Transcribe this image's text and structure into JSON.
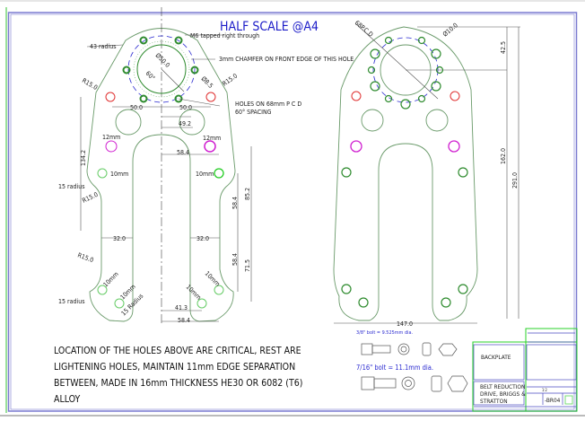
{
  "drawing": {
    "title": "HALF SCALE @A4",
    "colors": {
      "frame": "#7a7ad0",
      "outline": "#6a9a6a",
      "bolt_hole": "#2e8b2e",
      "pcd": "#2a2ad0",
      "red_hole": "#e03030",
      "magenta_hole": "#d020d0",
      "title_block_border": "#2ad02a"
    }
  },
  "left_view": {
    "radius_top": "43 radius",
    "tapped": "M6 tapped right through",
    "chamfer": "3mm CHAMFER ON FRONT EDGE OF THIS HOLE",
    "holes_pcd_1": "HOLES ON 68mm P C D",
    "holes_pcd_2": "60° SPACING",
    "dia_center": "Ø50.0",
    "angle": "60°",
    "dia_small": "Ø8.5",
    "r15_left": "R15.0",
    "r15_right": "R15.0",
    "w50_left": "50.0",
    "w50_right": "50.0",
    "d49": "49.2",
    "mm12_left": "12mm",
    "mm12_right": "12mm",
    "mm10_left": "10mm",
    "mm10_right": "10mm",
    "d134": "134.2",
    "r15_mid": "R15.0",
    "r15_low": "R15.0",
    "rad15_upper": "15 radius",
    "rad15_lower": "15 radius",
    "rad15_bottom": "15 Radius",
    "d58_top": "58.4",
    "d58_v1": "58.4",
    "d58_v2": "58.4",
    "d85": "85.2",
    "d71": "71.5",
    "w32_left": "32.0",
    "w32_right": "32.0",
    "d41": "41.3",
    "d58_bottom": "58.4",
    "mm10_bl1": "10mm",
    "mm10_bl2": "10mm",
    "mm10_br1": "10mm",
    "mm10_br2": "10mm"
  },
  "right_view": {
    "pcd": "68P.C.D",
    "dia10": "Ø10.0",
    "d42": "42.5",
    "d162": "162.0",
    "d291": "291.0",
    "width": "147.0"
  },
  "bolts": {
    "bolt_38": "3/8\" bolt = 9.525mm dia.",
    "bolt_716": "7/16\" bolt = 11.1mm dia."
  },
  "note": {
    "lines": [
      "LOCATION OF THE HOLES ABOVE ARE CRITICAL, REST ARE",
      "LIGHTENING HOLES, MAINTAIN 11mm EDGE SEPARATION",
      "BETWEEN, MADE IN 16mm THICKNESS HE30 OR 6082 (T6)",
      "ALLOY"
    ]
  },
  "title_block": {
    "part_name": "BACKPLATE",
    "assembly_lines": [
      "BELT REDUCTION",
      "DRIVE, BRIGGS &",
      "STRATTON"
    ],
    "drawing_number": "-BR04",
    "scale": "1:2"
  }
}
